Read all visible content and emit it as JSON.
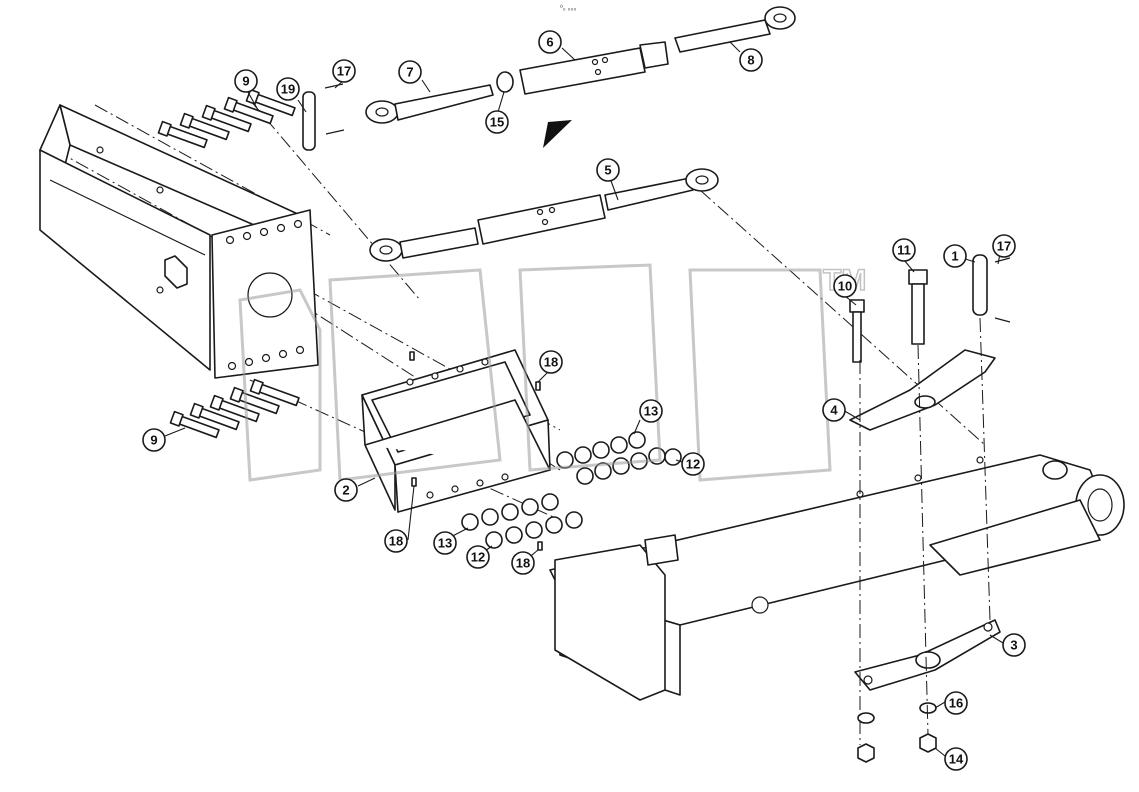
{
  "header": {
    "note": "⁰₀ ₀₀₀"
  },
  "watermark": {
    "trademark": "TM"
  },
  "callouts": [
    {
      "id": "c1",
      "label": "1"
    },
    {
      "id": "c2",
      "label": "2"
    },
    {
      "id": "c3",
      "label": "3"
    },
    {
      "id": "c4",
      "label": "4"
    },
    {
      "id": "c5",
      "label": "5"
    },
    {
      "id": "c6",
      "label": "6"
    },
    {
      "id": "c7",
      "label": "7"
    },
    {
      "id": "c8",
      "label": "8"
    },
    {
      "id": "c9a",
      "label": "9"
    },
    {
      "id": "c9b",
      "label": "9"
    },
    {
      "id": "c10",
      "label": "10"
    },
    {
      "id": "c11",
      "label": "11"
    },
    {
      "id": "c12a",
      "label": "12"
    },
    {
      "id": "c12b",
      "label": "12"
    },
    {
      "id": "c13a",
      "label": "13"
    },
    {
      "id": "c13b",
      "label": "13"
    },
    {
      "id": "c14",
      "label": "14"
    },
    {
      "id": "c15",
      "label": "15"
    },
    {
      "id": "c16",
      "label": "16"
    },
    {
      "id": "c17a",
      "label": "17"
    },
    {
      "id": "c17b",
      "label": "17"
    },
    {
      "id": "c18a",
      "label": "18"
    },
    {
      "id": "c18b",
      "label": "18"
    },
    {
      "id": "c18c",
      "label": "18"
    },
    {
      "id": "c19",
      "label": "19"
    }
  ]
}
